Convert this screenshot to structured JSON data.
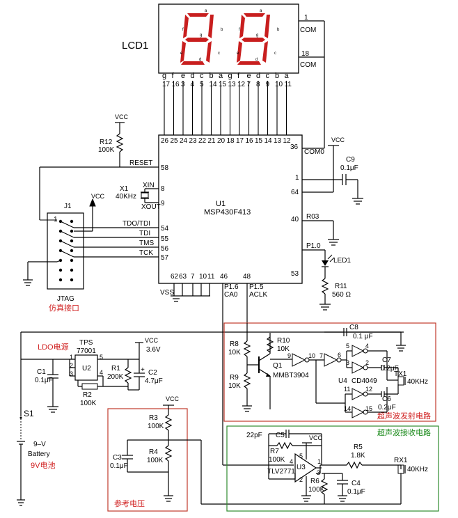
{
  "lcd": {
    "label": "LCD1",
    "pin_letters": [
      "g",
      "f",
      "e",
      "d",
      "c",
      "b",
      "a",
      "g",
      "f",
      "e",
      "d",
      "c",
      "b",
      "a"
    ],
    "pin_numbers": [
      "17",
      "16",
      "3",
      "4",
      "5",
      "14",
      "15",
      "13",
      "12",
      "7",
      "8",
      "9",
      "10",
      "11"
    ],
    "seg_labels": [
      "a",
      "f",
      "b",
      "g",
      "e",
      "c",
      "d"
    ],
    "com1_num": "1",
    "com1_label": "COM",
    "com2_num": "18",
    "com2_label": "COM"
  },
  "mcu": {
    "name": "U1",
    "part": "MSP430F413",
    "top_pins": [
      "26",
      "25",
      "24",
      "23",
      "22",
      "21",
      "20",
      "18",
      "17",
      "16",
      "15",
      "14",
      "13",
      "12"
    ],
    "reset_label": "RESET",
    "reset_pin": "58",
    "xin_label": "XIN",
    "xin_pin": "8",
    "xout_label": "XOUT",
    "xout_pin": "9",
    "tdo_label": "TDO/TDI",
    "tdo_pin": "54",
    "tdi_label": "TDI",
    "tdi_pin": "55",
    "tms_label": "TMS",
    "tms_pin": "56",
    "tck_label": "TCK",
    "tck_pin": "57",
    "com0_pin": "36",
    "com0_label": "COM0",
    "pin1": "1",
    "pin64": "64",
    "r03_pin": "40",
    "r03_label": "R03",
    "p10_label": "P1.0",
    "p10_pin": "53",
    "bottom_pins": [
      "62",
      "63",
      "7",
      "10",
      "11",
      "46",
      "48"
    ],
    "vss_label": "VSS",
    "p16_label": "P1.6",
    "ca0_label": "CA0",
    "p15_label": "P1.5",
    "aclk_label": "ACLK"
  },
  "crystal": {
    "ref": "X1",
    "freq": "40KHz"
  },
  "r12": {
    "ref": "R12",
    "value": "100K"
  },
  "vcc": "VCC",
  "jtag": {
    "ref": "J1",
    "pin1": "1",
    "label": "JTAG",
    "label_cn": "仿真接口"
  },
  "c9": {
    "ref": "C9",
    "value": "0.1μF"
  },
  "led1": {
    "ref": "LED1"
  },
  "r11": {
    "ref": "R11",
    "value": "560 Ω"
  },
  "ldo": {
    "title": "LDO电源",
    "part1": "TPS",
    "part2": "77001",
    "ref": "U2",
    "pins": [
      "1",
      "2",
      "3",
      "5",
      "4"
    ],
    "vout": "3.6V",
    "c1": "C1",
    "c1_val": "0.1μF",
    "r1": "R1",
    "r1_val": "200K",
    "r2": "R2",
    "r2_val": "100K",
    "c2": "C2",
    "c2_val": "4.7μF"
  },
  "battery": {
    "switch": "S1",
    "voltage": "9–V",
    "label": "Battery",
    "label_cn": "9V电池"
  },
  "ref_circuit": {
    "r3": "R3",
    "r3_val": "100K",
    "r4": "R4",
    "r4_val": "100K",
    "c3": "C3",
    "c3_val": "0.1μF",
    "title": "参考电压"
  },
  "tx_circuit": {
    "title": "超声波发射电路",
    "r8": "R8",
    "r8_val": "10K",
    "r9": "R9",
    "r9_val": "10K",
    "r10": "R10",
    "r10_val": "10K",
    "q1": "Q1",
    "q1_part": "MMBT3904",
    "c8": "C8",
    "c8_val": "0.1 μF",
    "c7": "C7",
    "c7_val": "0.2μF",
    "c6": "C6",
    "c6_val": "0.2μF",
    "u4": "U4",
    "u4_part": "CD4049",
    "tx1": "TX1",
    "tx1_freq": "40KHz",
    "gate_pins": [
      "9",
      "10",
      "7",
      "6",
      "5",
      "4",
      "3",
      "2",
      "11",
      "12",
      "14",
      "15"
    ]
  },
  "rx_circuit": {
    "title": "超声波接收电路",
    "c5": "C5",
    "c5_val": "22pF",
    "r7": "R7",
    "r7_val": "100K",
    "u3": "U3",
    "u3_part": "TLV2771",
    "u3_pins": [
      "5",
      "1",
      "4",
      "3",
      "2"
    ],
    "r5": "R5",
    "r5_val": "1.8K",
    "rx1": "RX1",
    "rx1_freq": "40KHz",
    "r6": "R6",
    "r6_val": "100K",
    "c4": "C4",
    "c4_val": "0.1μF"
  },
  "colors": {
    "wire": "#000000",
    "segment": "#c81e1e",
    "tx_box": "#c0392b",
    "rx_box": "#2e8b2e",
    "label_red": "#d02020",
    "label_green": "#1a8a1a"
  }
}
